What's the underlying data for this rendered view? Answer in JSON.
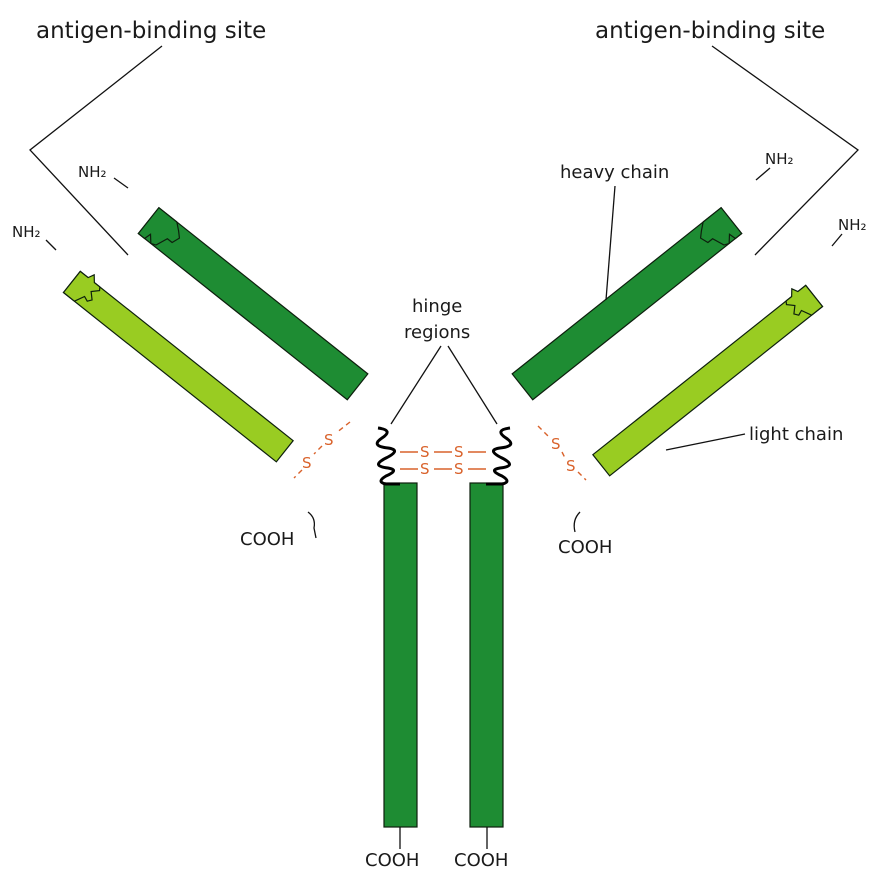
{
  "labels": {
    "antigen_site_left": "antigen-binding site",
    "antigen_site_right": "antigen-binding site",
    "heavy_chain": "heavy chain",
    "light_chain": "light chain",
    "hinge_line1": "hinge",
    "hinge_line2": "regions",
    "nh2": "NH₂",
    "cooh": "COOH",
    "sulfur": "S"
  },
  "colors": {
    "heavy_chain": "#1e8c33",
    "light_chain": "#99cc22",
    "disulfide_bond": "#d9622b",
    "outline": "#0d1f0d"
  }
}
